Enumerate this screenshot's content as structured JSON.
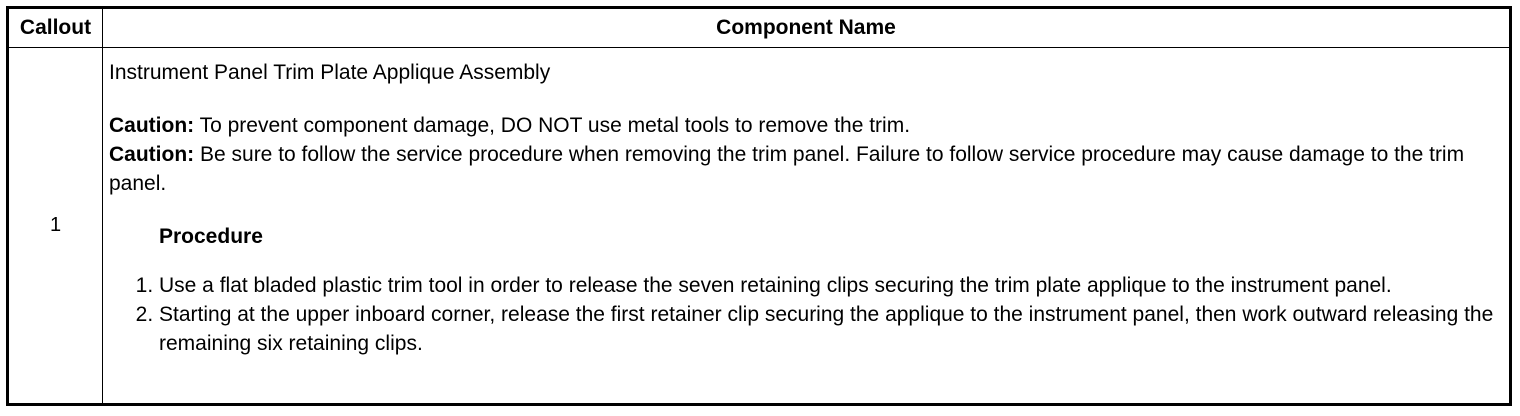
{
  "table": {
    "headers": {
      "callout": "Callout",
      "component_name": "Component Name"
    },
    "row": {
      "callout": "1",
      "component_name": "Instrument Panel Trim Plate Applique Assembly",
      "cautions": [
        {
          "label": "Caution:",
          "text": " To prevent component damage, DO NOT use metal tools to remove the trim."
        },
        {
          "label": "Caution:",
          "text": " Be sure to follow the service procedure when removing the trim panel. Failure to follow service procedure may cause damage to the trim panel."
        }
      ],
      "procedure_heading": "Procedure",
      "steps": [
        "Use a flat bladed plastic trim tool in order to release the seven retaining clips securing the trim plate applique to the instrument panel.",
        "Starting at the upper inboard corner, release the first retainer clip securing the applique to the instrument panel, then work outward releasing the remaining six retaining clips."
      ]
    }
  }
}
